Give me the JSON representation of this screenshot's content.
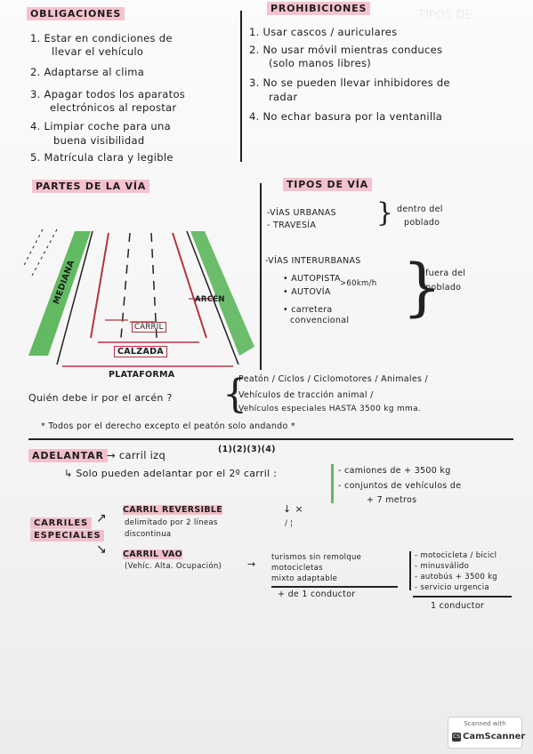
{
  "obligaciones": {
    "title": "OBLIGACIONES",
    "items": [
      "1. Estar en condiciones de",
      "llevar el vehículo",
      "2. Adaptarse al clima",
      "3. Apagar todos los aparatos",
      "electrónicos al repostar",
      "4. Limpiar coche para una",
      "buena visibilidad",
      "5. Matrícula clara y legible"
    ]
  },
  "prohibiciones": {
    "title": "PROHIBICIONES",
    "items": [
      "1. Usar cascos / auriculares",
      "2. No usar móvil mientras conduces",
      "(solo manos libres)",
      "3. No se pueden llevar inhibidores de",
      "radar",
      "4. No echar basura por la ventanilla"
    ]
  },
  "partes": {
    "title": "PARTES DE LA VÍA",
    "labels": {
      "mediana": "MEDIANA",
      "arcen": "ARCÉN",
      "carril": "CARRIL",
      "calzada": "CALZADA",
      "plataforma": "PLATAFORMA"
    }
  },
  "tipos": {
    "title": "TIPOS DE VÍA",
    "urbanas": [
      "-VÍAS URBANAS",
      "- TRAVESÍA"
    ],
    "dentro": [
      "dentro del",
      "poblado"
    ],
    "interurbanas": "-VÍAS INTERURBANAS",
    "inter_items": [
      "• AUTOPISTA",
      "• AUTOVÍA",
      "• carretera",
      "convencional"
    ],
    "speed": ">60km/h",
    "fuera": [
      "fuera del",
      "poblado"
    ]
  },
  "arcen_q": {
    "question": "Quién debe ir por el arcén ?",
    "answer": [
      "Peatón / Ciclos / Ciclomotores / Animales /",
      "Vehículos de tracción animal /",
      "Vehículos especiales HASTA 3500 kg mma."
    ],
    "note": "* Todos por el derecho excepto el peatón solo andando *"
  },
  "adelantar": {
    "title": "ADELANTAR",
    "arrow_text": "→ carril izq",
    "signs": "(1)(2)(3)(4)",
    "rule": "↳ Solo pueden adelantar por el 2º carril :",
    "list": [
      "- camiones de + 3500 kg",
      "- conjuntos de vehículos de",
      "+ 7 metros"
    ]
  },
  "carriles": {
    "title": [
      "CARRILES",
      "ESPECIALES"
    ],
    "reversible": [
      "CARRIL REVERSIBLE",
      "delimitado por 2 líneas",
      "discontinua"
    ],
    "vao": [
      "CARRIL VAO",
      "(Vehíc. Alta. Ocupación)"
    ],
    "vao_items": [
      "turismos sin remolque",
      "motocicletas",
      "mixto adaptable"
    ],
    "vao_total": "+ de 1 conductor",
    "right_items": [
      "- motocicleta / bicicl",
      "- minusválido",
      "- autobús + 3500 kg",
      "- servicio urgencia"
    ],
    "right_total": "1 conductor",
    "marks": "↓ ×"
  },
  "scanner": {
    "top": "Scanned with",
    "brand": "CamScanner",
    "logo": "CS"
  },
  "colors": {
    "pink": "#f096aa",
    "green": "#3caa3c",
    "road_red": "#b4323c",
    "ink": "#1c1c1c"
  }
}
